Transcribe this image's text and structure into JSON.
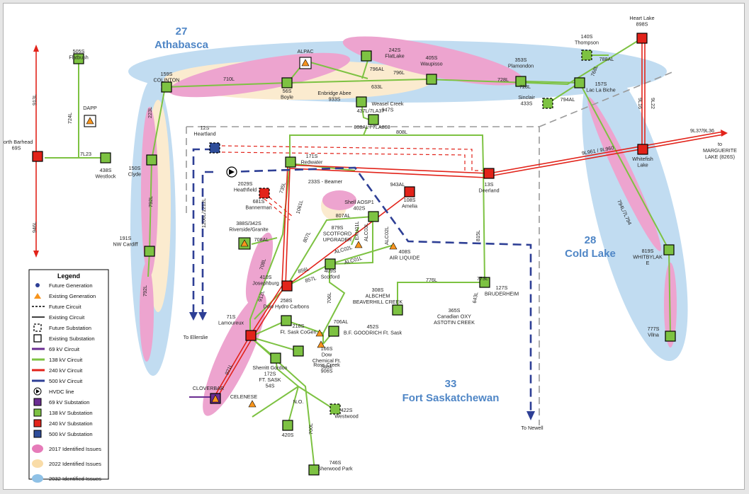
{
  "regions": {
    "athabasca": {
      "number": "27",
      "name": "Athabasca"
    },
    "cold_lake": {
      "number": "28",
      "name": "Cold Lake"
    },
    "fort_sask": {
      "number": "33",
      "name": "Fort Saskatchewan"
    }
  },
  "colors": {
    "kv69": "#6a2c91",
    "kv138": "#7dc242",
    "kv240": "#e2231a",
    "kv500": "#2e3f95",
    "sub138": "#7dc242",
    "sub240": "#e2231a",
    "sub500": "#2e4d9a",
    "sub69": "#6a2c91",
    "gen": "#f7941d",
    "issue2017": "#e05aa8",
    "issue2022": "#f9dca8",
    "issue2032": "#8fc1e6"
  },
  "substations": [
    {
      "id": "north-barhead",
      "lines": [
        "North Barhead",
        "69S"
      ],
      "type": "240"
    },
    {
      "id": "flatbush",
      "lines": [
        "505S",
        "Flatbush"
      ],
      "type": "138"
    },
    {
      "id": "dapp",
      "lines": [
        "DAPP"
      ],
      "type": "gen"
    },
    {
      "id": "westlock",
      "lines": [
        "438S",
        "Westlock"
      ],
      "type": "138"
    },
    {
      "id": "colinton",
      "lines": [
        "159S",
        "COLINTON"
      ],
      "type": "138"
    },
    {
      "id": "clyde",
      "lines": [
        "150S",
        "Clyde"
      ],
      "type": "138"
    },
    {
      "id": "nw-cardiff",
      "lines": [
        "191S",
        "NW Cardiff"
      ],
      "type": "138"
    },
    {
      "id": "alpac",
      "lines": [
        "ALPAC"
      ],
      "type": "gen"
    },
    {
      "id": "boyle",
      "lines": [
        "56S",
        "Boyle"
      ],
      "type": "138"
    },
    {
      "id": "flatlake",
      "lines": [
        "242S",
        "FlatLake"
      ],
      "type": "138"
    },
    {
      "id": "waupisso",
      "lines": [
        "405S",
        "Waupisso"
      ],
      "type": "138"
    },
    {
      "id": "plamondon",
      "lines": [
        "353S",
        "Plamondon"
      ],
      "type": "138"
    },
    {
      "id": "thompson",
      "lines": [
        "140S",
        "Thompson"
      ],
      "type": "future138"
    },
    {
      "id": "heart-lake",
      "lines": [
        "Heart Lake",
        "898S"
      ],
      "type": "240"
    },
    {
      "id": "lac-la-biche",
      "lines": [
        "157S",
        "Lac La Biche"
      ],
      "type": "138"
    },
    {
      "id": "sinclair",
      "lines": [
        "Sinclair",
        "433S"
      ],
      "type": "future138"
    },
    {
      "id": "whitefish",
      "lines": [
        "Whitefish",
        "Lake"
      ],
      "type": "240"
    },
    {
      "id": "enbridge",
      "lines": [
        "Enbridge Abee",
        "933S"
      ],
      "type": "138"
    },
    {
      "id": "weasel-creek",
      "lines": [
        "Weasel Creek",
        "947S"
      ],
      "type": "138"
    },
    {
      "id": "heartland",
      "lines": [
        "12S",
        "Heartland"
      ],
      "type": "future500"
    },
    {
      "id": "redwater",
      "lines": [
        "171S",
        "Redwater"
      ],
      "type": "138"
    },
    {
      "id": "deerland",
      "lines": [
        "13S",
        "Deerland"
      ],
      "type": "240"
    },
    {
      "id": "heathfield",
      "lines": [
        "2029S",
        "Heathfield"
      ],
      "type": "label"
    },
    {
      "id": "bannerman",
      "lines": [
        "681S",
        "Bannerman"
      ],
      "type": "future240"
    },
    {
      "id": "beamer",
      "lines": [
        "233S - Beamer"
      ],
      "type": "label"
    },
    {
      "id": "amelia",
      "lines": [
        "108S",
        "Amelia"
      ],
      "type": "240"
    },
    {
      "id": "shell-aosp1",
      "lines": [
        "Shell AOSP1",
        "402S"
      ],
      "type": "138"
    },
    {
      "id": "riverside",
      "lines": [
        "388S/342S",
        "Riverside/Granite"
      ],
      "type": "gen"
    },
    {
      "id": "scotford-upgrader",
      "lines": [
        "879S",
        "SCOTFORD",
        "UPGRADER"
      ],
      "type": "gen"
    },
    {
      "id": "air-liquide",
      "lines": [
        "408S",
        "AIR LIQUIDE"
      ],
      "type": "gen"
    },
    {
      "id": "scotford",
      "lines": [
        "409S",
        "Scotford"
      ],
      "type": "138"
    },
    {
      "id": "josephburg",
      "lines": [
        "410S",
        "Josephburg"
      ],
      "type": "240"
    },
    {
      "id": "albchem",
      "lines": [
        "308S",
        "ALBCHEM",
        "BEAVERHILL CREEK"
      ],
      "type": "138"
    },
    {
      "id": "bruderheim",
      "lines": [
        "127S",
        "BRUDERHEIM"
      ],
      "type": "138"
    },
    {
      "id": "canadian-oxy",
      "lines": [
        "365S",
        "Canadian OXY",
        "ASTOTIN CREEK"
      ],
      "type": "label"
    },
    {
      "id": "whitbylake",
      "lines": [
        "819S",
        "WHITBYLAK",
        "E"
      ],
      "type": "138"
    },
    {
      "id": "vilna",
      "lines": [
        "777S",
        "Vilna"
      ],
      "type": "138"
    },
    {
      "id": "lamoureux",
      "lines": [
        "71S",
        "Lamoureux"
      ],
      "type": "240"
    },
    {
      "id": "dow-hydro",
      "lines": [
        "258S",
        "Dow Hydro Carbons"
      ],
      "type": "138"
    },
    {
      "id": "ft-sask-cogen",
      "lines": [
        "218S",
        "Ft. Sask CoGen"
      ],
      "type": "gen"
    },
    {
      "id": "dow-chem",
      "lines": [
        "166S",
        "Dow",
        "Chemical Ft.",
        "Sask"
      ],
      "type": "gen"
    },
    {
      "id": "bf-goodrich",
      "lines": [
        "452S",
        "B.F. GOODRICH Ft. Sask"
      ],
      "type": "138"
    },
    {
      "id": "ross-creek",
      "lines": [
        "Ross Creek",
        "906S"
      ],
      "type": "138"
    },
    {
      "id": "sherritt",
      "lines": [
        "Sherritt Gordon",
        "172S",
        "FT. SASK",
        "54S"
      ],
      "type": "138"
    },
    {
      "id": "cloverbar",
      "lines": [
        "CLOVERBAR"
      ],
      "type": "69"
    },
    {
      "id": "celenese",
      "lines": [
        "CELENESE"
      ],
      "type": "gen"
    },
    {
      "id": "no",
      "lines": [
        "N.O."
      ],
      "type": "label"
    },
    {
      "id": "westwood",
      "lines": [
        "422S",
        "Westwood"
      ],
      "type": "future138"
    },
    {
      "id": "s420",
      "lines": [
        "420S"
      ],
      "type": "138"
    },
    {
      "id": "sherwood-park",
      "lines": [
        "746S",
        "Sherwood Park"
      ],
      "type": "138"
    }
  ],
  "line_labels": [
    "913L",
    "724L",
    "7L23",
    "223L",
    "792L",
    "792L",
    "946L",
    "710L",
    "633L",
    "796AL",
    "796L",
    "728L",
    "728L",
    "768L",
    "788AL",
    "794AL",
    "9L22",
    "9L16",
    "9L37/9L36",
    "9L961 / 9L960",
    "794L/7L794",
    "808L",
    "437L/7LA37",
    "808AL / 7LA808",
    "735L",
    "1061L",
    "943AL",
    "815L",
    "807AL",
    "807L",
    "ALC03L",
    "ALC02L",
    "ALC01L",
    "EXU01L",
    "ALC02L",
    "856L",
    "857L",
    "776L",
    "773L",
    "643L",
    "706L",
    "706AL",
    "708AL",
    "708L",
    "912L",
    "921L",
    "700L",
    "1206L/1212L"
  ],
  "misc_text": {
    "to_marguerite": [
      "to",
      "MARGUERITE",
      "LAKE (826S)"
    ],
    "to_ellerslie": "To Ellerslie",
    "to_newell": "To Newell"
  },
  "legend": {
    "title": "Legend",
    "items": [
      {
        "key": "future-gen",
        "label": "Future Generation"
      },
      {
        "key": "existing-gen",
        "label": "Existing Generation"
      },
      {
        "key": "future-circuit",
        "label": "Future Circuit"
      },
      {
        "key": "existing-circuit",
        "label": "Existing Circuit"
      },
      {
        "key": "future-sub",
        "label": "Future Substation"
      },
      {
        "key": "existing-sub",
        "label": "Existing Substation"
      },
      {
        "key": "kv69",
        "label": "69 kV Circuit"
      },
      {
        "key": "kv138",
        "label": "138 kV Circuit"
      },
      {
        "key": "kv240",
        "label": "240 kV Circuit"
      },
      {
        "key": "kv500",
        "label": "500 kV Circuit"
      },
      {
        "key": "hvdc",
        "label": "HVDC line"
      },
      {
        "key": "sub69",
        "label": "69 kV Substation"
      },
      {
        "key": "sub138",
        "label": "138 kV Substation"
      },
      {
        "key": "sub240",
        "label": "240 kV Substation"
      },
      {
        "key": "sub500",
        "label": "500 kV Substation"
      },
      {
        "key": "i2017",
        "label": "2017 Identified Issues"
      },
      {
        "key": "i2022",
        "label": "2022 Identified Issues"
      },
      {
        "key": "i2032",
        "label": "2032 Identified Issues"
      }
    ]
  }
}
